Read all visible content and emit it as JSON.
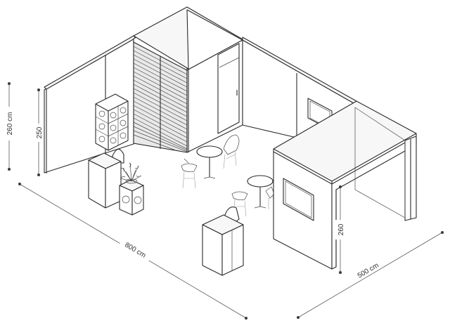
{
  "dimensions": {
    "total_height": "260 cm",
    "wall_height": "250",
    "length": "800 cm",
    "depth": "500 cm",
    "cabin_height": "260"
  }
}
